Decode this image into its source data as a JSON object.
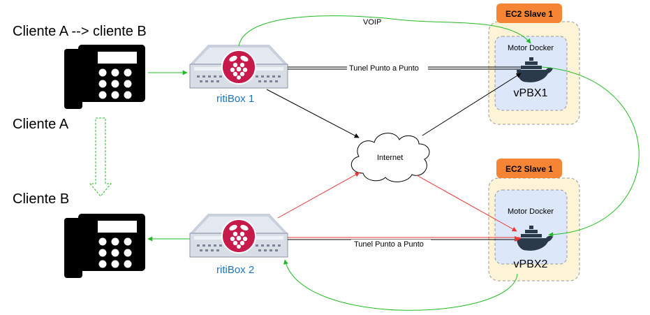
{
  "labels": {
    "cliente_ab": "Cliente A --> cliente B",
    "cliente_a": "Cliente A",
    "cliente_b": "Cliente B",
    "voip": "VOIP",
    "tunel_1": "Tunel Punto a Punto",
    "tunel_2": "Tunel Punto a Punto",
    "internet": "Internet"
  },
  "devices": {
    "ritibox1": "ritiBox 1",
    "ritibox2": "ritiBox 2"
  },
  "ec2": [
    {
      "title": "EC2 Slave 1",
      "motor": "Motor Docker",
      "vpbx": "vPBX1"
    },
    {
      "title": "EC2 Slave 1",
      "motor": "Motor Docker",
      "vpbx": "vPBX2"
    }
  ],
  "colors": {
    "green": "#22bb22",
    "red": "#ee3333",
    "black": "#000000",
    "ec2_outer": "#fdf3d6",
    "ec2_border": "#999999",
    "docker_fill": "#dce8fa",
    "ec2_tab": "#f58534",
    "raspberry": "#c51a4a",
    "router": "#d9dde6",
    "label_blue": "#1e73be"
  },
  "icons": [
    "phone-icon",
    "router-icon",
    "raspberry-pi-icon",
    "cloud-icon",
    "docker-whale-icon",
    "dashed-down-arrow-icon"
  ]
}
